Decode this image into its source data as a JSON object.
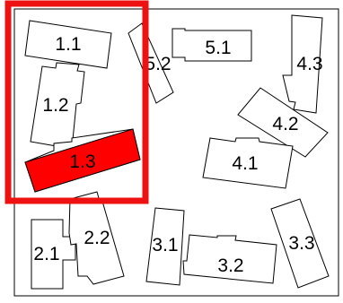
{
  "figure": {
    "highlight_color": "#ff0000",
    "highlighted_piece": "1.3",
    "pieces": [
      {
        "id": "p11",
        "label": "1.1"
      },
      {
        "id": "p12",
        "label": "1.2"
      },
      {
        "id": "p13",
        "label": "1.3"
      },
      {
        "id": "p52",
        "label": "5.2"
      },
      {
        "id": "p51",
        "label": "5.1"
      },
      {
        "id": "p43",
        "label": "4.3"
      },
      {
        "id": "p42",
        "label": "4.2"
      },
      {
        "id": "p41",
        "label": "4.1"
      },
      {
        "id": "p21",
        "label": "2.1"
      },
      {
        "id": "p22",
        "label": "2.2"
      },
      {
        "id": "p31",
        "label": "3.1"
      },
      {
        "id": "p32",
        "label": "3.2"
      },
      {
        "id": "p33",
        "label": "3.3"
      }
    ]
  }
}
